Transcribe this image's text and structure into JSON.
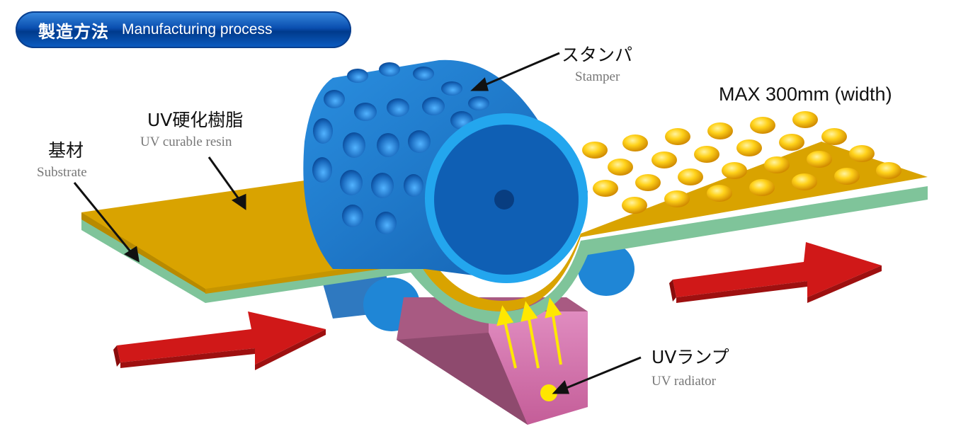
{
  "header": {
    "title_jp": "製造方法",
    "title_en": "Manufacturing process"
  },
  "labels": {
    "stamper": {
      "jp": "スタンパ",
      "en": "Stamper"
    },
    "resin": {
      "jp": "UV硬化樹脂",
      "en": "UV curable resin"
    },
    "substrate": {
      "jp": "基材",
      "en": "Substrate"
    },
    "lamp": {
      "jp": "UVランプ",
      "en": "UV radiator"
    },
    "max_width": "MAX 300mm (width)"
  },
  "colors": {
    "header_blue": "#0a4fb0",
    "roller_blue": "#1f7fd0",
    "resin_gold": "#d9a300",
    "substrate_green": "#7fc49a",
    "lamp_pink": "#d06aa0",
    "arrow_red": "#d01818",
    "uv_yellow": "#ffe800"
  }
}
